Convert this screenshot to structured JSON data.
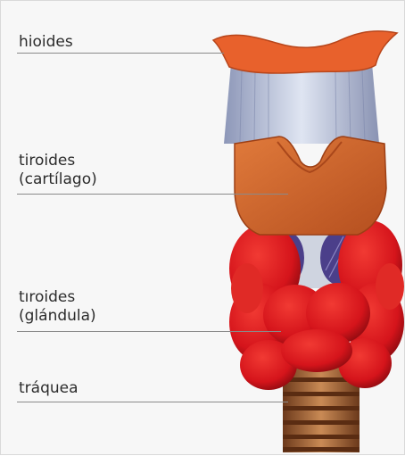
{
  "labels": {
    "hyoid": "hioides",
    "thyroid_cartilage": "tiroides\n(cartílago)",
    "thyroid_gland": "tıroides\n(glándula)",
    "trachea": "tráquea"
  },
  "colors": {
    "background": "#f7f7f7",
    "text": "#2c2c2c",
    "leader_line": "#8a8a8a",
    "bone_orange": "#e8612c",
    "cartilage_orange": "#d2692f",
    "ligament_blue": "#b8c4dc",
    "muscle_purple": "#4b3f8a",
    "gland_red": "#d8171d",
    "trachea_brown": "#a86a3a"
  }
}
